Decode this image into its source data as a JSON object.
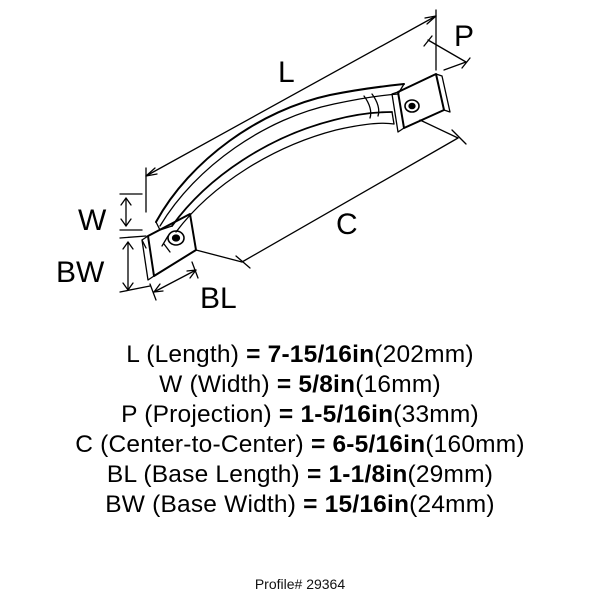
{
  "dimension_labels": {
    "L": "L",
    "P": "P",
    "W": "W",
    "C": "C",
    "BW": "BW",
    "BL": "BL"
  },
  "specs": [
    {
      "code": "L",
      "name": "(Length)",
      "eq": "=",
      "imperial": "7-15/16in",
      "metric": "(202mm)"
    },
    {
      "code": "W",
      "name": "(Width)",
      "eq": "=",
      "imperial": "5/8in",
      "metric": "(16mm)"
    },
    {
      "code": "P",
      "name": "(Projection)",
      "eq": "=",
      "imperial": "1-5/16in",
      "metric": "(33mm)"
    },
    {
      "code": "C",
      "name": "(Center-to-Center)",
      "eq": "=",
      "imperial": "6-5/16in",
      "metric": "(160mm)"
    },
    {
      "code": "BL",
      "name": "(Base Length)",
      "eq": "=",
      "imperial": "1-1/8in",
      "metric": "(29mm)"
    },
    {
      "code": "BW",
      "name": "(Base Width)",
      "eq": "=",
      "imperial": "15/16in",
      "metric": "(24mm)"
    }
  ],
  "profile": "Profile# 29364"
}
